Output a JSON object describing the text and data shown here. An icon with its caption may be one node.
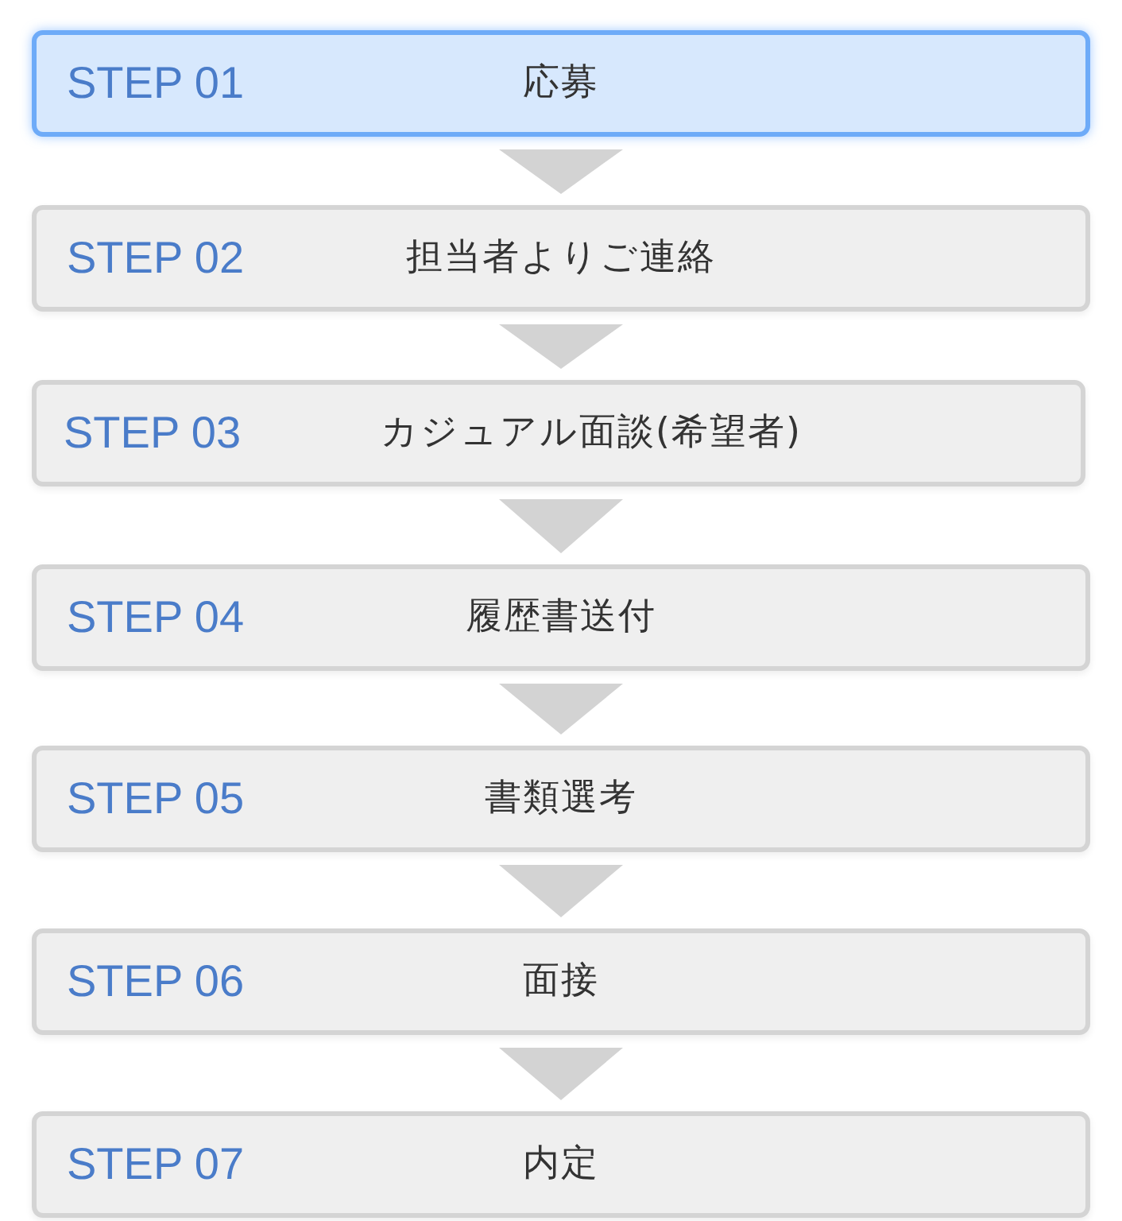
{
  "diagram": {
    "nodes": [
      {
        "text": [
          "STEP 01",
          "応募"
        ]
      },
      {
        "text": [
          "STEP 02",
          "担当者よりご連絡"
        ]
      },
      {
        "text": [
          "STEP 03",
          "カジュアル面談(希望者)"
        ]
      },
      {
        "text": [
          "STEP 04",
          "履歴書送付"
        ]
      },
      {
        "text": [
          "STEP 05",
          "書類選考"
        ]
      },
      {
        "text": [
          "STEP 06",
          "面接"
        ]
      },
      {
        "text": [
          "STEP 07",
          "内定"
        ]
      }
    ],
    "edges": [
      {
        "from": 0,
        "to": 1,
        "arrow": "to"
      },
      {
        "from": 1,
        "to": 2,
        "arrow": "to"
      },
      {
        "from": 2,
        "to": 3,
        "arrow": "to"
      },
      {
        "from": 3,
        "to": 4,
        "arrow": "to"
      },
      {
        "from": 4,
        "to": 5,
        "arrow": "to"
      },
      {
        "from": 5,
        "to": 6,
        "arrow": "to"
      }
    ]
  }
}
